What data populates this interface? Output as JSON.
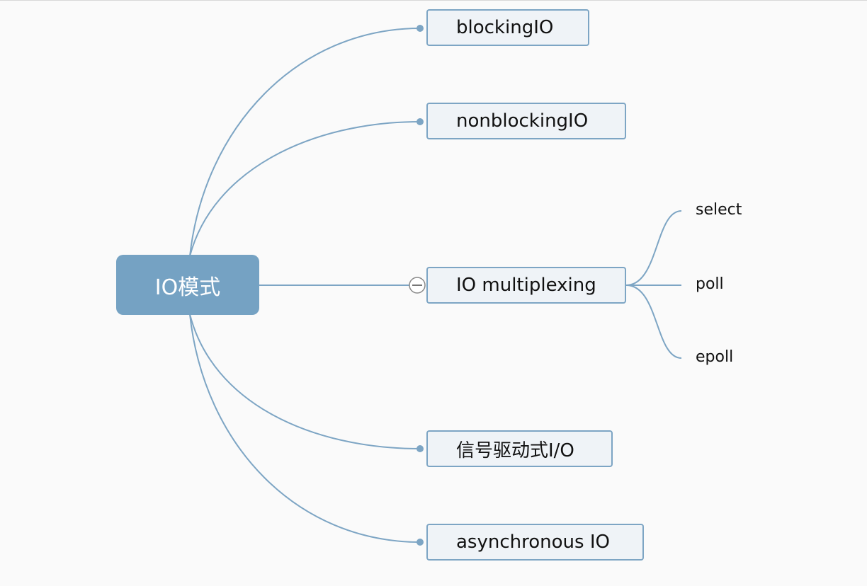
{
  "mindmap": {
    "root": {
      "label": "IO模式"
    },
    "topics": [
      {
        "id": "blocking",
        "label": "blockingIO"
      },
      {
        "id": "nonblocking",
        "label": "nonblockingIO"
      },
      {
        "id": "multiplexing",
        "label": "IO multiplexing",
        "collapsed": false,
        "children": [
          {
            "label": "select"
          },
          {
            "label": "poll"
          },
          {
            "label": "epoll"
          }
        ]
      },
      {
        "id": "signal",
        "label": "信号驱动式I/O"
      },
      {
        "id": "async",
        "label": "asynchronous IO"
      }
    ],
    "colors": {
      "root_fill": "#75a2c3",
      "topic_fill": "#eff3f7",
      "topic_border": "#7da5c4",
      "connector": "#7da5c4",
      "background": "#fafafa"
    }
  }
}
